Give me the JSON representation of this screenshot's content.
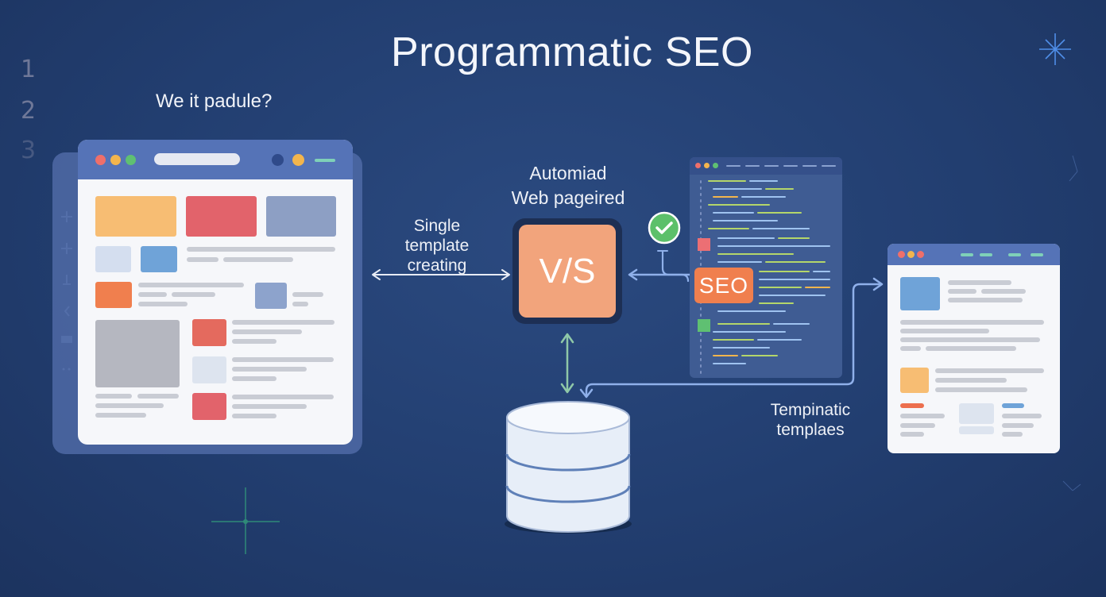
{
  "title": "Programmatic SEO",
  "subtitle": "We it padule?",
  "step_numbers": [
    "1",
    "2",
    "3"
  ],
  "labels": {
    "template_line1": "Single",
    "template_line2": "template",
    "template_line3": "creating",
    "automated_line1": "Automiad",
    "automated_line2": "Web pageired",
    "templates_line1": "Tempinatic",
    "templates_line2": "templaes",
    "vs": "V/S",
    "seo": "SEO"
  },
  "colors": {
    "background": "#223e70",
    "browser_bar": "#5573b7",
    "accent_orange": "#f2a47c",
    "seo_orange": "#f07f4e",
    "check_green": "#5cc06a",
    "arrow_blue": "#8fb0ea",
    "arrow_green": "#8fc8a8"
  },
  "icons": [
    "check-icon",
    "database-icon",
    "sparkle-icon",
    "plus-icon",
    "chevron-left-icon"
  ]
}
